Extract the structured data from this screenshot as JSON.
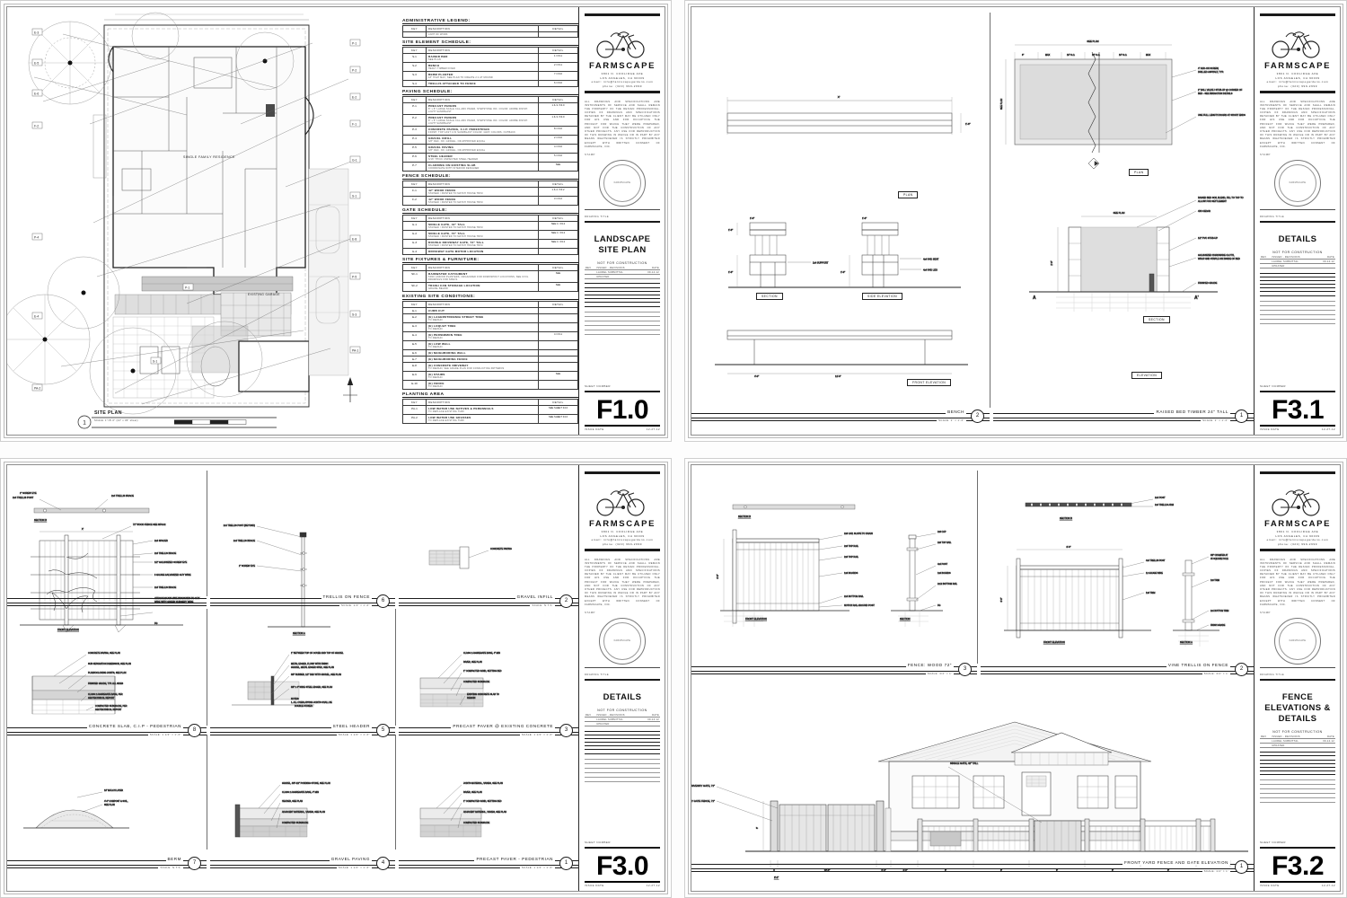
{
  "firm": {
    "name": "FARMSCAPE",
    "address": "3801 N. COOLIDGE AVE\nLOS ANGELES, CA 90039\nemail: info@farmscapegardens.com\nphone: (323) 999-2999",
    "logo_icon": "bicycle-plant-logo",
    "legal_text": "ALL DRAWINGS AND SPECIFICATIONS ARE INSTRUMENTS OF SERVICE AND SHALL REMAIN THE PROPERTY OF THE DESIGN PROFESSIONAL. COPIES OF DRAWINGS AND SPECIFICATIONS RETAINED BY THE CLIENT MAY BE UTILIZED ONLY FOR HIS USE AND FOR OCCUPYING THE PROJECT FOR WHICH THEY WERE PREPARED, AND NOT FOR THE CONSTRUCTION OF ANY OTHER PROJECTS. ANY USE FOR REPRODUCTION OF THIS DRAWING IN WHOLE OR IN PART BY ANY MEANS WHATSOEVER IS STRICTLY PROHIBITED EXCEPT WITH WRITTEN CONSENT OF FARMSCAPE, INC.",
    "stamp_label": "STAMP",
    "stamp_text": "FARMSCAPE",
    "drawing_title_label": "DRAWING TITLE"
  },
  "titleblock_common": {
    "not_for_construction": "NOT FOR CONSTRUCTION",
    "rev_headers": [
      "REV",
      "ISSUED - REVISIONS",
      "DATE"
    ],
    "rev_rows": [
      [
        "",
        "LAUREL SUBMITTAL",
        "09-14-12"
      ],
      [
        "",
        "UPDATED",
        ""
      ]
    ],
    "sheet_number_label": "SHEET NUMBER",
    "issue_date_label": "ISSUE DATE",
    "issue_date": "12-27-12"
  },
  "sheets": [
    {
      "id": "F1.0",
      "drawing_title": "LANDSCAPE\nSITE PLAN",
      "sheet_number": "F1.0",
      "position": "top-left"
    },
    {
      "id": "F3.1",
      "drawing_title": "DETAILS",
      "sheet_number": "F3.1",
      "position": "top-right"
    },
    {
      "id": "F3.0",
      "drawing_title": "DETAILS",
      "sheet_number": "F3.0",
      "position": "bottom-left"
    },
    {
      "id": "F3.2",
      "drawing_title": "FENCE\nELEVATIONS &\nDETAILS",
      "sheet_number": "F3.2",
      "position": "bottom-right"
    }
  ],
  "site_plan": {
    "drawing_number": "1",
    "title": "SITE PLAN",
    "scale": "SCALE: 1\"=8'-0\" (24\" x 36\" sheet)",
    "residence_label": "SINGLE FAMILY RESIDENCE",
    "garage_label": "EXISTING GARAGE",
    "north_arrow": "north-arrow-icon"
  },
  "legend": {
    "sections": [
      {
        "heading": "ADMINISTRATIVE LEGEND:",
        "columns": [
          "KEY",
          "DESCRIPTION",
          "DETAIL"
        ],
        "rows": [
          {
            "key": "",
            "desc": "",
            "sub": "LIMIT OF WORK",
            "detail": ""
          }
        ]
      },
      {
        "heading": "SITE ELEMENT SCHEDULE:",
        "columns": [
          "KEY",
          "DESCRIPTION",
          "DETAIL"
        ],
        "rows": [
          {
            "key": "S-1",
            "desc": "RAISED BED",
            "sub": "SEE PLAN",
            "detail": "1 / F3.1"
          },
          {
            "key": "S-2",
            "desc": "BENCH",
            "sub": "HEAVY TIMBER FIXED",
            "detail": "2 / F3.1"
          },
          {
            "key": "S-3",
            "desc": "BERM PLANTED",
            "sub": "18\" HIGH MAX, SEE PLAN TO CREATE 2:1 AT MOUND",
            "detail": "7 / F3.0"
          },
          {
            "key": "S-4",
            "desc": "TRELLIS ATTACHED TO FENCE",
            "sub": "",
            "detail": "6 / F3.0"
          }
        ]
      },
      {
        "heading": "PAVING SCHEDULE:",
        "columns": [
          "KEY",
          "DESCRIPTION",
          "DETAIL"
        ],
        "rows": [
          {
            "key": "P-1",
            "desc": "PRECAST PAVERS",
            "sub": "8\" x 8\" LARGE SCALE CAL-ARC PAVER, STEPSTONE INC.\nCOLOR: ADOBE        FINISH: LIGHT SANDBLAST",
            "detail": "1 & 3 / F3.0"
          },
          {
            "key": "P-2",
            "desc": "PRECAST PAVERS",
            "sub": "8\" x 8\" LARGE SCALE CAL-ARC PAVER, STEPSTONE INC.\nCOLOR: ADOBE        FINISH: LIGHT SANDBLAST",
            "detail": "1 & 3 / F3.0"
          },
          {
            "key": "P-3",
            "desc": "CONCRETE PAVING, C.I.P. PEDESTRIAN",
            "sub": "FINISH: TOP CAST 4 IN SANDBLAST\nCOLOR: GRAY COLORS, OUTBACK",
            "detail": "8 / F3.0"
          },
          {
            "key": "P-4",
            "desc": "GRAVEL INFILL",
            "sub": "3/8\" DEC. NO. GRAVEL, OR APPROVED EQUAL",
            "detail": "2 / F3.0"
          },
          {
            "key": "P-5",
            "desc": "GRAVEL PAVING",
            "sub": "3/8\" DEC. NO. GRAVEL, OR APPROVED EQUAL",
            "detail": "4 / F3.0"
          },
          {
            "key": "P-6",
            "desc": "STEEL HEADER",
            "sub": "3/16\" THICK UNPAINTED STEEL HEADER",
            "detail": "5 / F3.0"
          },
          {
            "key": "P-7",
            "desc": "CLADDING ON EXISTING SLAB",
            "sub": "COORDINATE WITH INTERIOR DESIGNER",
            "detail": "SEE"
          }
        ]
      },
      {
        "heading": "FENCE SCHEDULE:",
        "columns": [
          "KEY",
          "DESCRIPTION",
          "DETAIL"
        ],
        "rows": [
          {
            "key": "F-1",
            "desc": "42\" WOOD FENCE",
            "sub": "STAINED / PAINTED TO MATCH HOUSE TRIM",
            "detail": "1 & 2 / F3.2"
          },
          {
            "key": "F-2",
            "desc": "42\" WOOD FENCE",
            "sub": "STAINED / PAINTED TO MATCH HOUSE TRIM",
            "detail": "3 / F3.2"
          }
        ]
      },
      {
        "heading": "GATE SCHEDULE:",
        "columns": [
          "KEY",
          "DESCRIPTION",
          "DETAIL"
        ],
        "rows": [
          {
            "key": "G-1",
            "desc": "SINGLE GATE, 42\" TALL",
            "sub": "STAINED / PAINTED TO MATCH HOUSE TRIM",
            "detail": "SEE 1 / F3.2"
          },
          {
            "key": "G-2",
            "desc": "SINGLE GATE, 72\" TALL",
            "sub": "STAINED / PAINTED TO MATCH HOUSE TRIM",
            "detail": "SEE 1 / F3.2"
          },
          {
            "key": "G-3",
            "desc": "DOUBLE DRIVEWAY GATE, 72\" TALL",
            "sub": "STAINED / PAINTED TO MATCH HOUSE TRIM",
            "detail": "SEE 1 / F3.2"
          },
          {
            "key": "G-4",
            "desc": "DRIVEWAY GATE MOTOR LOCATION",
            "sub": "",
            "detail": ""
          }
        ]
      },
      {
        "heading": "SITE FIXTURES & FURNITURE:",
        "columns": [
          "KEY",
          "DESCRIPTION",
          "DETAIL"
        ],
        "rows": [
          {
            "key": "SF-1",
            "desc": "RAINWATER CATCHMENT",
            "sub": "TANK AND/OR PLANTERS, ORGANIZED FOR DOWNSPOUT LOCATIONS, SEE CIVIL\nDRAWINGS FOR SPECS.",
            "detail": "SEE"
          },
          {
            "key": "SF-2",
            "desc": "TRASH CAN STORAGE LOCATION",
            "sub": "GRAVEL BELOW",
            "detail": "SEE"
          }
        ]
      },
      {
        "heading": "EXISTING SITE CONDITIONS:",
        "columns": [
          "KEY",
          "DESCRIPTION",
          "DETAIL"
        ],
        "rows": [
          {
            "key": "E-1",
            "desc": "CURB CUT",
            "sub": "",
            "detail": ""
          },
          {
            "key": "E-2",
            "desc": "(E) LAGERSTROEMIA STREET TREE",
            "sub": "TO REMAIN",
            "detail": ""
          },
          {
            "key": "E-3",
            "desc": "(E) LOQUAT TREE",
            "sub": "TO REMAIN",
            "detail": ""
          },
          {
            "key": "E-4",
            "desc": "(E) PERSIMMON TREE",
            "sub": "TO REMAIN",
            "detail": "4 / F3.1"
          },
          {
            "key": "E-5",
            "desc": "(E) LOW WALL",
            "sub": "TO REMAIN",
            "detail": ""
          },
          {
            "key": "E-6",
            "desc": "(E) NEIGHBORING WALL",
            "sub": "",
            "detail": ""
          },
          {
            "key": "E-7",
            "desc": "(E) NEIGHBORING FENCE",
            "sub": "",
            "detail": ""
          },
          {
            "key": "E-8",
            "desc": "(E) CONCRETE DRIVEWAY",
            "sub": "TO REMAIN, SEE GRADE PLAN FOR CONFLICTING PATTERNS",
            "detail": ""
          },
          {
            "key": "E-9",
            "desc": "(E) STAIRS",
            "sub": "TO REMAIN",
            "detail": "SEE"
          },
          {
            "key": "E-10",
            "desc": "(E) FENCE",
            "sub": "TO REMAIN",
            "detail": ""
          }
        ]
      },
      {
        "heading": "PLANTING AREA",
        "columns": [
          "KEY",
          "DESCRIPTION",
          "DETAIL"
        ],
        "rows": [
          {
            "key": "PA-1",
            "desc": "LOW WATER USE NATIVES & PERENNIALS",
            "sub": "TO REPLACE EXISTING TURF",
            "detail": "SEE SHEET F4.0"
          },
          {
            "key": "PA-2",
            "desc": "LOW WATER USE GRASSES",
            "sub": "TO REPLACE EXISTING TURF",
            "detail": "SEE SHEET F4.0"
          }
        ]
      }
    ]
  },
  "f31": {
    "details": [
      {
        "num": "2",
        "title": "BENCH",
        "scale": "SCALE: 1\" = 1'-0\""
      },
      {
        "num": "1",
        "title": "RAISED BED TIMBER 24\" TALL",
        "scale": "SCALE: 1\" = 1'-0\""
      }
    ],
    "view_labels": [
      "PLAN",
      "SECTION",
      "SIDE ELEVATION",
      "FRONT ELEVATION",
      "PLAN",
      "SECTION",
      "ELEVATION"
    ],
    "bench_notes": [
      "2x4 SUPPORT",
      "4x4 PAD SEAT",
      "4x4 PAD LEG"
    ],
    "raised_bed_notes": [
      "4\" ADD-ON SCREW, DRILLED ASPHALT, TYP.",
      "2\" BALL VALVE / STUB-UP @ CORNER OF BED - SEE IRRIGATION DETAILS",
      "USE FULL LENGTH BOARD AT SHORT ENDS",
      "RAISED BED SOIL BLEND, FILL TO TOP TO ALLOW FOR SETTLEMENT",
      "4x6 CEDAR",
      "1/2\" PVC STUB-UP",
      "GALVANIZED HARDWARE CLOTH, WRAP AND STAPLE ON INSIDE OF BED",
      "FINISHED GRADE"
    ],
    "section_marks": [
      "A",
      "A'"
    ]
  },
  "f30": {
    "details": [
      {
        "num": "6",
        "title": "TRELLIS ON FENCE",
        "scale": "SCALE: 1/2\" = 1'-0\""
      },
      {
        "num": "2",
        "title": "GRAVEL INFILL",
        "scale": "SCALE: N.T.S."
      },
      {
        "num": "8",
        "title": "CONCRETE SLAB, C.I.P - PEDESTRIAN",
        "scale": "SCALE: 1 1/2\" = 1'-0\""
      },
      {
        "num": "5",
        "title": "STEEL HEADER",
        "scale": "SCALE: 1 1/2\" = 1'-0\""
      },
      {
        "num": "3",
        "title": "PRECAST PAVER @ EXISTING CONCRETE",
        "scale": "SCALE: 1 1/2\" = 1'-0\""
      },
      {
        "num": "7",
        "title": "BERM",
        "scale": "SCALE: N.T.S."
      },
      {
        "num": "4",
        "title": "GRAVEL PAVING",
        "scale": "SCALE: 1 1/2\" = 1'-0\""
      },
      {
        "num": "1",
        "title": "PRECAST PAVER - PEDESTRIAN",
        "scale": "SCALE: 1 1/2\" = 1'-0\""
      }
    ],
    "trellis_notes": [
      "2\" SCREW EYE",
      "2x4 TRELLIS POST",
      "2x4 TRELLIS BRACE",
      "72\" WOOD FENCE SEE 3/F3.02",
      "2x4 SPACER",
      "2x4 TRELLIS BRACE",
      "1/2\" GALVANIZED SCREW EYE",
      "8 GAUGE GALVANIZED GUY WIRE",
      "2x4 TRELLIS BRACE",
      "ATTACH MAJOR VINE BRANCHES TO GUY WIRE WITH GREEN NURSERY WIRE",
      "2x4 TRELLIS POST (BEYOND)",
      "CONCRETE PAVING",
      "FG"
    ],
    "view_labels": [
      "SECTION B",
      "FRONT ELEVATION",
      "SECTION A"
    ],
    "paving_notes": [
      "CONCRETE PAVING, SEE PLAN",
      "SUB SEPARATION DIMENSION, SEE PLAN",
      "PLAIN/COLORING JOINTS, SEE PLAN",
      "FINISHED GRADE, TYP. ALL SIDES",
      "CLASS 2 AGGREGATE BASE, PER GEOTECHNICAL REPORT",
      "COMPACTED SUBGRADE, PER GEOTECHNICAL REPORT",
      "1\" BETWEEN TOP OF COVER AND TOP OF GRAVEL",
      "METAL EDGER, FLUSH WITH FINISH GRAVEL, METAL EDGER SPEC, SEE PLAN",
      "3/8\" RUBBER, 1/2\" DEC WITH GRAVEL, SEE PLAN",
      "3/8\" x 4\" WIDE STEEL EDGER, SEE PLAN",
      "NOTES:\n1.  ALL OVERLAPPING JOINTS SHALL BE DOUBLE STAKED.",
      "CLASS 2 AGGREGATE BASE, 4\" MIN",
      "PAVER, SEE PLAN",
      "3\" COMPACTED SAND, SETTING BED",
      "EXISTING CONCRETE SLAB TO REMAIN",
      "DOUBLE CONCRETE CURB, SEE PLAN",
      "COMPACTED SUBGRADE",
      "JOINTS MATERIAL, VARIES, SEE PLAN",
      "PAVER, SEE PLAN",
      "1\" COMPACTED SAND, SETTING BED",
      "ADJACENT MATERIAL, VARIES, SEE PLAN",
      "GRAVEL, 3/8\"-1/2\" PONDING STONE, SEE PLAN",
      "CLASS 2 AGGREGATE BASE, 4\" MIN",
      "HEADER, SEE PLAN",
      "18\" MULCH LAYER",
      "4'-0\" COMPOST & SOIL, SEE PLAN"
    ]
  },
  "f32": {
    "details": [
      {
        "num": "3",
        "title": "FENCE: WOOD 72\"",
        "scale": "SCALE: 3/4\" = 1'"
      },
      {
        "num": "2",
        "title": "VINE TRELLIS ON FENCE",
        "scale": "SCALE: 3/4\" = 1'"
      },
      {
        "num": "1",
        "title": "FRONT YARD FENCE AND GATE ELEVATION",
        "scale": "SCALE: 1/4\" = 1'"
      }
    ],
    "fence_notes": [
      "2x6 CAP",
      "2x6 CAP, SLOPE TO DRAIN",
      "2x4 TOP RAIL",
      "2x6 TOP RAIL",
      "1x6 BOARDS",
      "4x4 POST",
      "2x4 BOTTOM RAIL",
      "2x12 BOTTOM RAIL",
      "NOTCH RAIL AROUND POST",
      "FG",
      "2x4 POST",
      "4x4 TRELLIS POST",
      "2x4 TRELLIS ARM",
      "12 GAUGE WIRE",
      "3/8\" CHAMFER AT 45 SQUARE HOLE",
      "1x6 TRIM",
      "2x4 BOTTOM TRIM",
      "FINISH GRADE"
    ],
    "elevation_notes": [
      "DOUBLE DRIVEWAY GATE, 72\"",
      "DRIVEWAY GATE FENCE, 72\"",
      "SINGLE GATE, 42\" TALL",
      "42\" WOOD FENCE, SEE DETAIL",
      "SINGLE GATE, 72\" TALL"
    ],
    "view_labels": [
      "SECTION B",
      "FRONT ELEVATION",
      "SECTION",
      "FRONT ELEVATION",
      "SECTION A"
    ]
  }
}
